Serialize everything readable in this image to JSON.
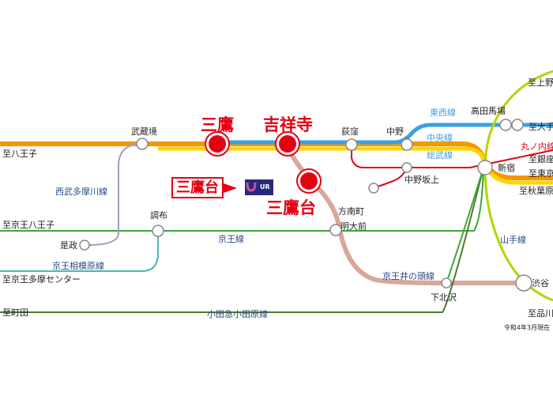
{
  "highlight": {
    "mitaka": "三鷹",
    "kichijoji": "吉祥寺",
    "mitakadai": "三鷹台",
    "box_label": "三鷹台",
    "logo_text": "UR"
  },
  "stations": {
    "musashisakai": "武蔵境",
    "ogikubo": "荻窪",
    "nakano": "中野",
    "takadanobaba": "高田馬場",
    "shinjuku": "新宿",
    "nakanosakaue": "中野坂上",
    "honancho": "方南町",
    "meidaimae": "明大前",
    "chofu": "調布",
    "koremasa": "是政",
    "shimokitazawa": "下北沢",
    "shibuya": "渋谷"
  },
  "lines": {
    "tozai": "東西線",
    "chuo": "中央線",
    "sobu": "総武線",
    "seibu_tamagawa": "西武多摩川線",
    "keio": "京王線",
    "keio_sagamihara": "京王相模原線",
    "inokashira": "京王井の頭線",
    "odakyu": "小田急小田原線",
    "yamanote": "山手線",
    "marunouchi": "丸ノ内線"
  },
  "destinations": {
    "hachioji": "至八王子",
    "keio_hachioji": "至京王八王子",
    "keio_tama_center": "至京王多摩センター",
    "machida": "至町田",
    "ueno": "至上野",
    "otemachi": "至大手町",
    "ginza": "至銀座",
    "tokyo": "至東京",
    "akihabara": "至秋葉原",
    "shinagawa": "至品川"
  },
  "note": "令和4年3月現在",
  "colors": {
    "chuo": "#f39800",
    "sobu": "#ffd400",
    "tozai": "#3ca0e0",
    "marunouchi": "#e60012",
    "inokashira": "#d9a79b",
    "keio": "#3ea53a",
    "odakyu": "#4d7a2a",
    "yamanote": "#b5d400",
    "sagamihara": "#4cb8b0",
    "seibu": "#9e9ec6",
    "highlight": "#e60012"
  }
}
